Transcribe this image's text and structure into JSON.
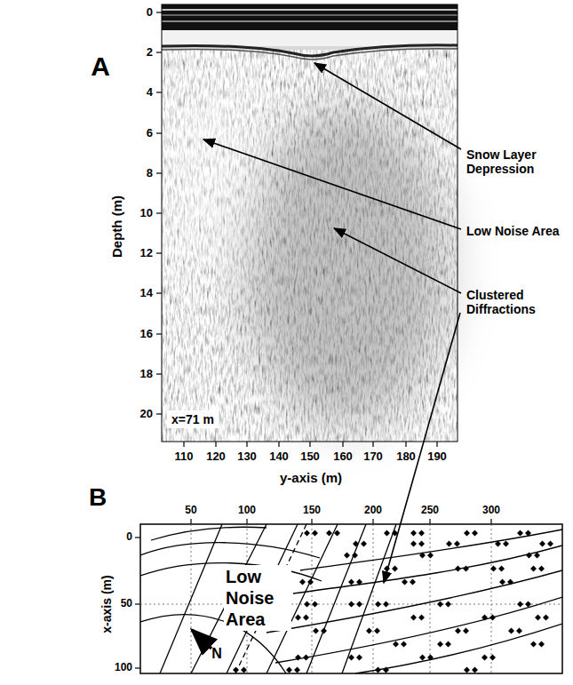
{
  "diagram": {
    "labels": [
      "A",
      "B",
      "0",
      "2",
      "4",
      "6",
      "8",
      "10",
      "12",
      "14",
      "16",
      "18",
      "20",
      "Depth (m)",
      "110",
      "120",
      "130",
      "140",
      "150",
      "160",
      "170",
      "180",
      "190",
      "y-axis (m)",
      "x=71 m",
      "Snow Layer Depression",
      "Low Noise Area",
      "Clustered Diffractions",
      "50",
      "100",
      "150",
      "200",
      "250",
      "300",
      "0",
      "50",
      "100",
      "x-axis (m)",
      "Low Noise Area",
      "N"
    ]
  }
}
